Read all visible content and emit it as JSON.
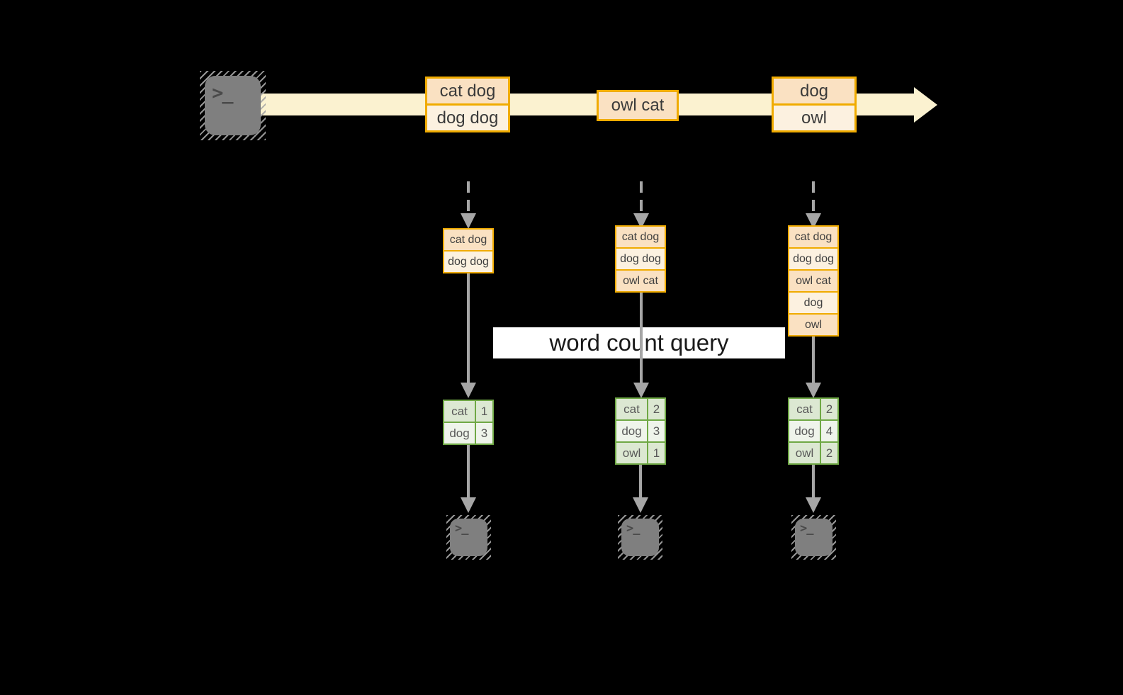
{
  "banner": {
    "label": "word count query"
  },
  "icons": {
    "terminal_glyph": ">_"
  },
  "micro_batches": [
    {
      "records": [
        "cat dog",
        "dog dog"
      ]
    },
    {
      "records": [
        "owl cat"
      ]
    },
    {
      "records": [
        "dog",
        "owl"
      ]
    }
  ],
  "inputs": [
    {
      "records": [
        "cat dog",
        "dog dog"
      ]
    },
    {
      "records": [
        "cat dog",
        "dog dog",
        "owl cat"
      ]
    },
    {
      "records": [
        "cat dog",
        "dog dog",
        "owl cat",
        "dog",
        "owl"
      ]
    }
  ],
  "results": [
    {
      "rows": [
        {
          "word": "cat",
          "count": "1"
        },
        {
          "word": "dog",
          "count": "3"
        }
      ]
    },
    {
      "rows": [
        {
          "word": "cat",
          "count": "2"
        },
        {
          "word": "dog",
          "count": "3"
        },
        {
          "word": "owl",
          "count": "1"
        }
      ]
    },
    {
      "rows": [
        {
          "word": "cat",
          "count": "2"
        },
        {
          "word": "dog",
          "count": "4"
        },
        {
          "word": "owl",
          "count": "2"
        }
      ]
    }
  ],
  "colors": {
    "background": "#000000",
    "stream_band": "#FBF2D0",
    "record_border": "#F0AB00",
    "record_fill_dark": "#FAE1C2",
    "record_fill_light": "#FCF1E0",
    "table_border": "#6FA845",
    "table_fill_dark": "#DCE8D2",
    "table_fill_light": "#EFF4EB",
    "arrow_gray": "#A6A6A6",
    "terminal_gray": "#7F7F7F",
    "banner_background": "#FFFFFF"
  }
}
